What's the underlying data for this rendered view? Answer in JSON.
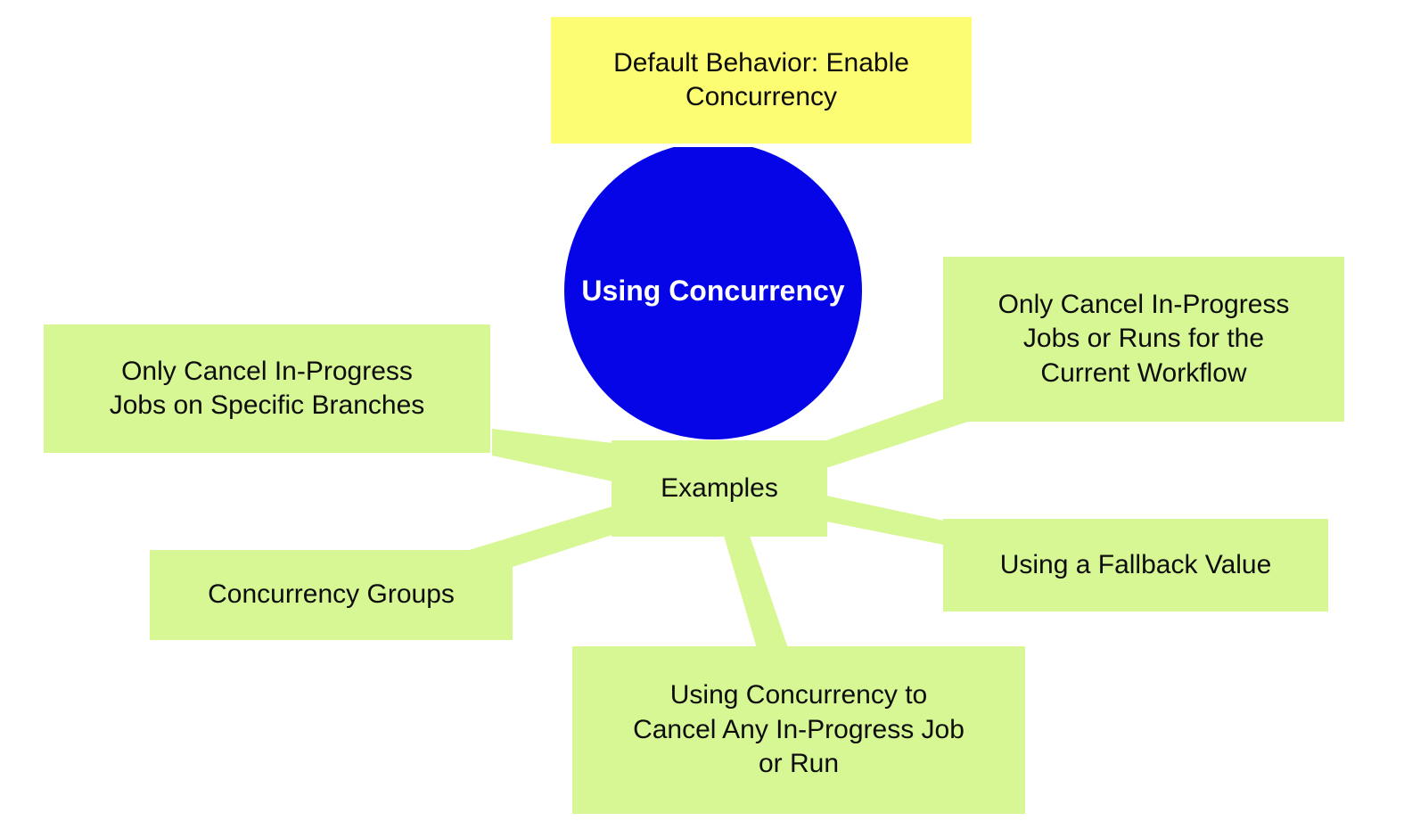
{
  "diagram_type": "mind-map",
  "nodes": {
    "center": {
      "label": "Using Concurrency"
    },
    "default_behavior": {
      "label": "Default Behavior: Enable\nConcurrency"
    },
    "examples": {
      "label": "Examples"
    },
    "specific_branches": {
      "label": "Only Cancel In-Progress\nJobs on Specific Branches"
    },
    "current_workflow": {
      "label": "Only Cancel In-Progress\nJobs or Runs for the\nCurrent Workflow"
    },
    "fallback_value": {
      "label": "Using a Fallback Value"
    },
    "concurrency_groups": {
      "label": "Concurrency Groups"
    },
    "cancel_any": {
      "label": "Using Concurrency to\nCancel Any In-Progress Job\nor Run"
    }
  },
  "edges": [
    {
      "from": "Using Concurrency",
      "to": "Default Behavior: Enable Concurrency"
    },
    {
      "from": "Using Concurrency",
      "to": "Examples"
    },
    {
      "from": "Examples",
      "to": "Only Cancel In-Progress Jobs on Specific Branches"
    },
    {
      "from": "Examples",
      "to": "Only Cancel In-Progress Jobs or Runs for the Current Workflow"
    },
    {
      "from": "Examples",
      "to": "Using a Fallback Value"
    },
    {
      "from": "Examples",
      "to": "Concurrency Groups"
    },
    {
      "from": "Examples",
      "to": "Using Concurrency to Cancel Any In-Progress Job or Run"
    }
  ],
  "colors": {
    "center_node": "#0505e8",
    "center_text": "#ffffff",
    "root_branch_node": "#fdfd74",
    "leaf_node": "#d6f794",
    "connector": "#d6f794",
    "text": "#0d0d0d",
    "background": "#ffffff"
  }
}
